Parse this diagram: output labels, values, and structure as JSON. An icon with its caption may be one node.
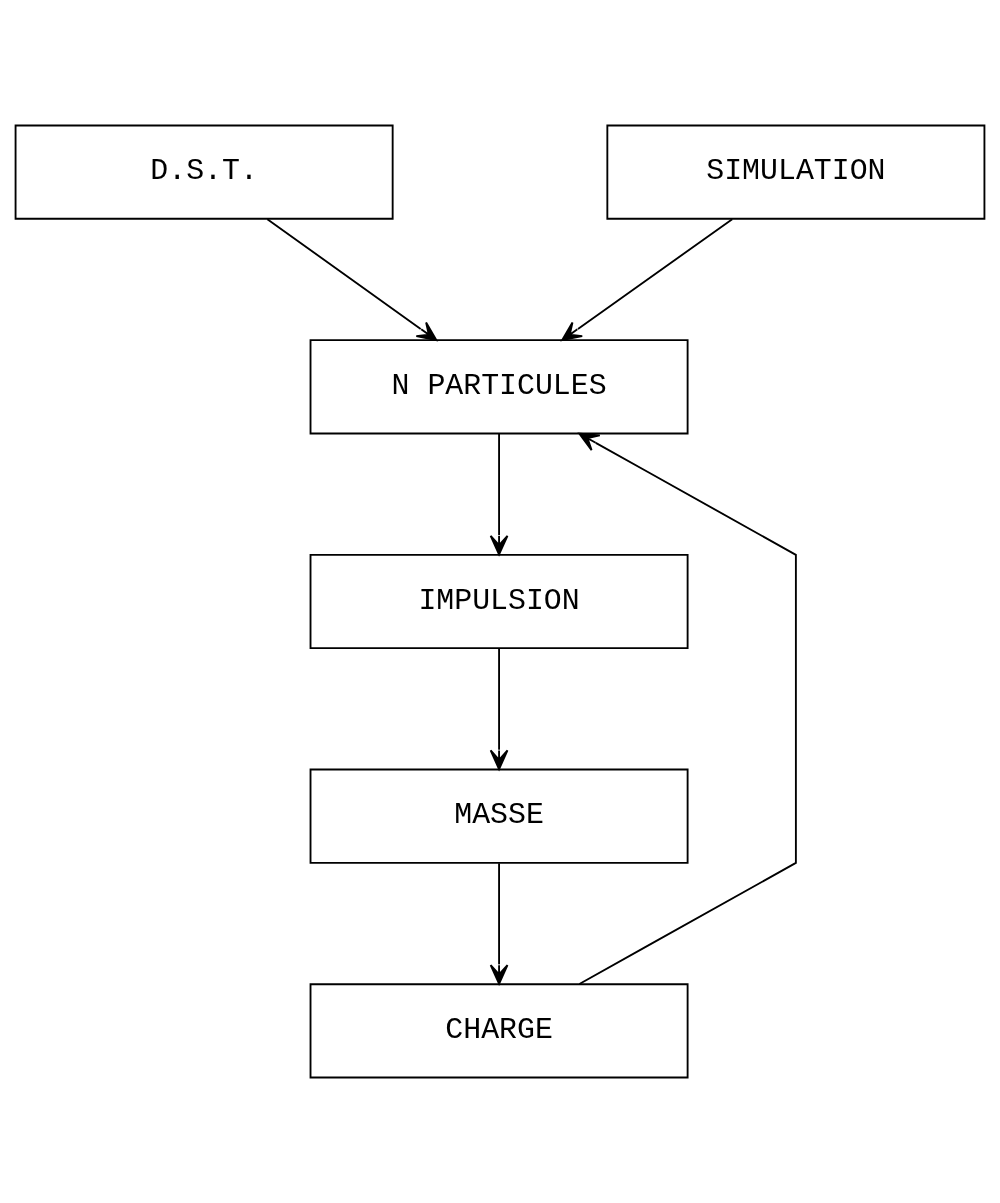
{
  "diagram": {
    "nodes": [
      {
        "text": [
          "D.S.T."
        ]
      },
      {
        "text": [
          "SIMULATION"
        ]
      },
      {
        "text": [
          "N PARTICULES"
        ]
      },
      {
        "text": [
          "IMPULSION"
        ]
      },
      {
        "text": [
          "MASSE"
        ]
      },
      {
        "text": [
          "CHARGE"
        ]
      }
    ],
    "edges": [
      {
        "from": 0,
        "to": 2,
        "arrow": "to"
      },
      {
        "from": 1,
        "to": 2,
        "arrow": "to"
      },
      {
        "from": 2,
        "to": 3,
        "arrow": "to"
      },
      {
        "from": 3,
        "to": 4,
        "arrow": "to"
      },
      {
        "from": 4,
        "to": 5,
        "arrow": "to"
      },
      {
        "from": 5,
        "to": 2,
        "arrow": "to"
      }
    ]
  }
}
